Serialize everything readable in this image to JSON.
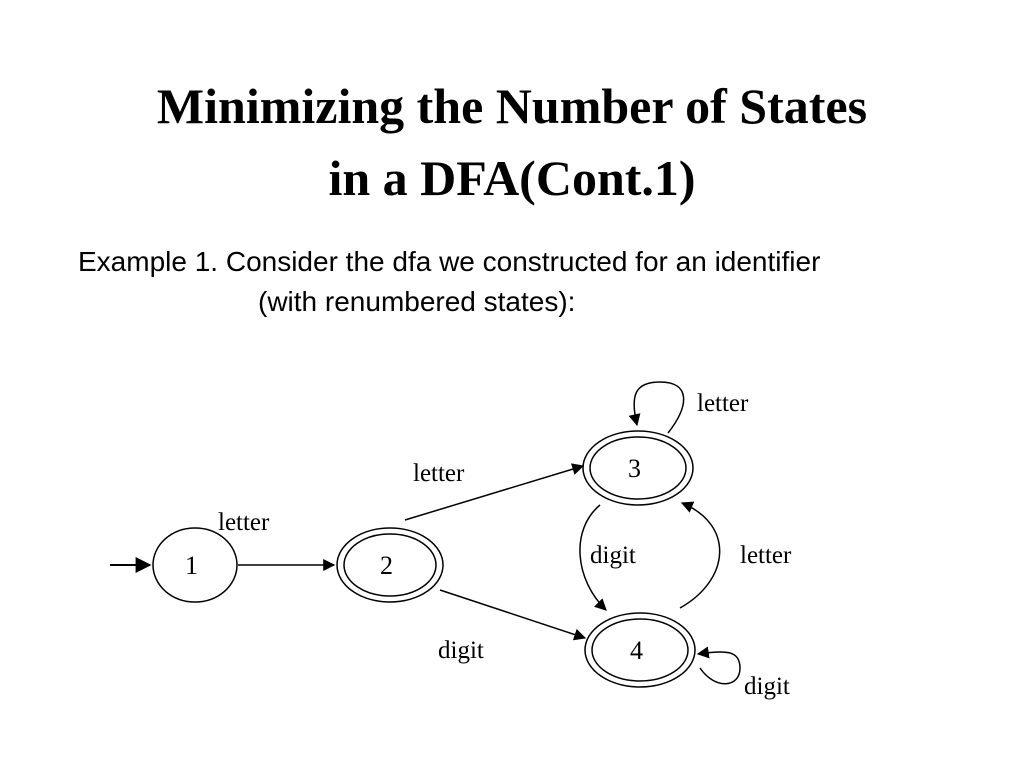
{
  "slide": {
    "title_line1": "Minimizing the Number of States",
    "title_line2": "in a DFA(Cont.1)",
    "body_line1": "Example 1. Consider the dfa we constructed for an identifier",
    "body_line2": "(with renumbered states):"
  },
  "dfa": {
    "states": [
      {
        "id": "1",
        "accepting": false,
        "start": true
      },
      {
        "id": "2",
        "accepting": true,
        "start": false
      },
      {
        "id": "3",
        "accepting": true,
        "start": false
      },
      {
        "id": "4",
        "accepting": true,
        "start": false
      }
    ],
    "transitions": [
      {
        "from": "1",
        "to": "2",
        "label": "letter"
      },
      {
        "from": "2",
        "to": "3",
        "label": "letter"
      },
      {
        "from": "2",
        "to": "4",
        "label": "digit"
      },
      {
        "from": "3",
        "to": "3",
        "label": "letter"
      },
      {
        "from": "3",
        "to": "4",
        "label": "digit"
      },
      {
        "from": "4",
        "to": "3",
        "label": "letter"
      },
      {
        "from": "4",
        "to": "4",
        "label": "digit"
      }
    ]
  }
}
